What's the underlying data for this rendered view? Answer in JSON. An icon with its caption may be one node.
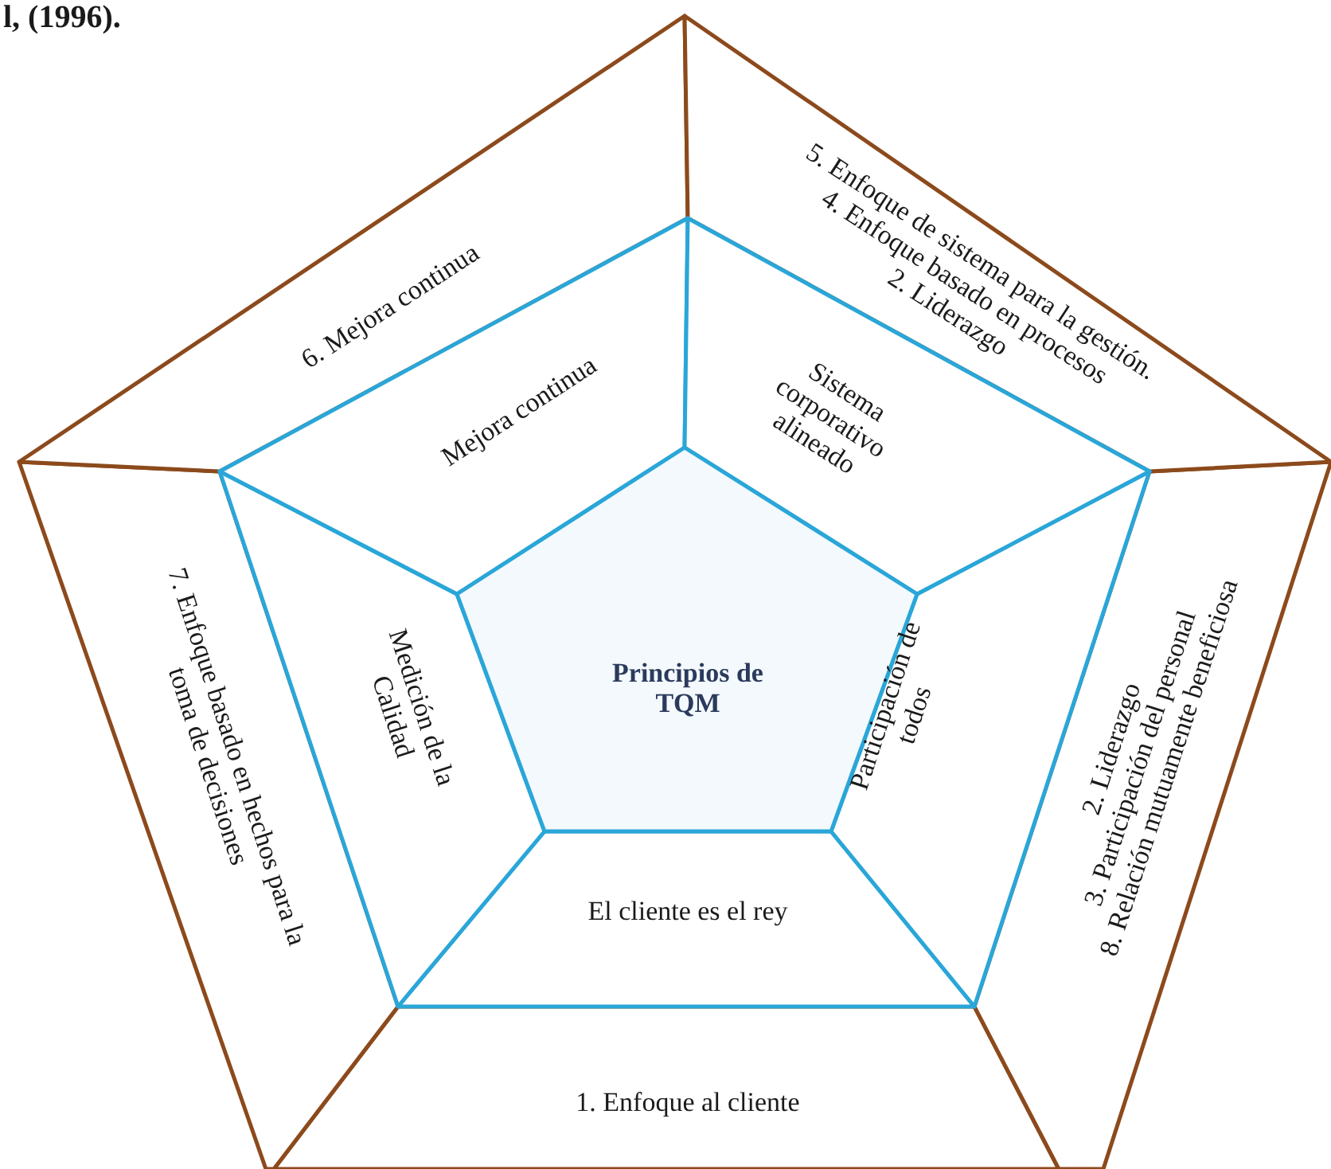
{
  "diagram": {
    "nodes": [
      {
        "text": [
          "6. Mejora continua"
        ]
      },
      {
        "text": [
          "5. Enfoque de sistema para la gestión.",
          "4. Enfoque basado en procesos",
          "2. Liderazgo"
        ]
      },
      {
        "text": [
          "Mejora continua"
        ]
      },
      {
        "text": [
          "Sistema corporativo alineado"
        ]
      },
      {
        "text": [
          "Principios de TQM"
        ]
      },
      {
        "text": [
          "7. Enfoque basado en hechos para la toma de decisiones"
        ]
      },
      {
        "text": [
          "Medición de la Calidad"
        ]
      },
      {
        "text": [
          "Participación de todos"
        ]
      },
      {
        "text": [
          "2. Liderazgo",
          "3. Participación del personal",
          "8. Relación mutuamente beneficiosa"
        ]
      },
      {
        "text": [
          "El cliente es el rey"
        ]
      },
      {
        "text": [
          "1. Enfoque al cliente"
        ]
      }
    ],
    "labels": [
      "l, (1996)."
    ]
  }
}
